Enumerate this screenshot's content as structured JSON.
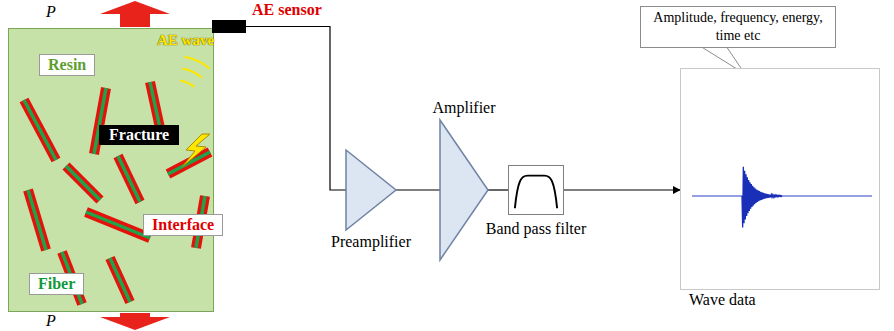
{
  "diagram": {
    "nodes": [
      {
        "text": [
          "AE wave"
        ]
      },
      {
        "text": [
          "Resin"
        ],
        "in": 0
      },
      {
        "text": [
          "Fracture"
        ],
        "in": 0
      },
      {
        "text": [
          "Interface"
        ],
        "in": 0
      },
      {
        "text": [
          "Fiber"
        ],
        "in": 0
      },
      {
        "text": [
          "AE sensor"
        ]
      },
      {
        "text": [
          "Amplitude, frequency, energy, time etc"
        ]
      },
      {
        "text": [
          "Preamplifier"
        ]
      },
      {
        "text": [
          "Amplifier"
        ]
      },
      {
        "text": [
          "Band pass filter"
        ]
      },
      {
        "text": [
          "Wave data"
        ]
      }
    ],
    "edges": [
      {
        "from": 5,
        "to": 7,
        "arrow": "none"
      },
      {
        "from": 7,
        "to": 8,
        "arrow": "none"
      },
      {
        "from": 8,
        "to": 9,
        "arrow": "none"
      },
      {
        "from": 9,
        "to": 10,
        "arrow": "to"
      }
    ],
    "labels": [
      "P",
      "P"
    ]
  }
}
